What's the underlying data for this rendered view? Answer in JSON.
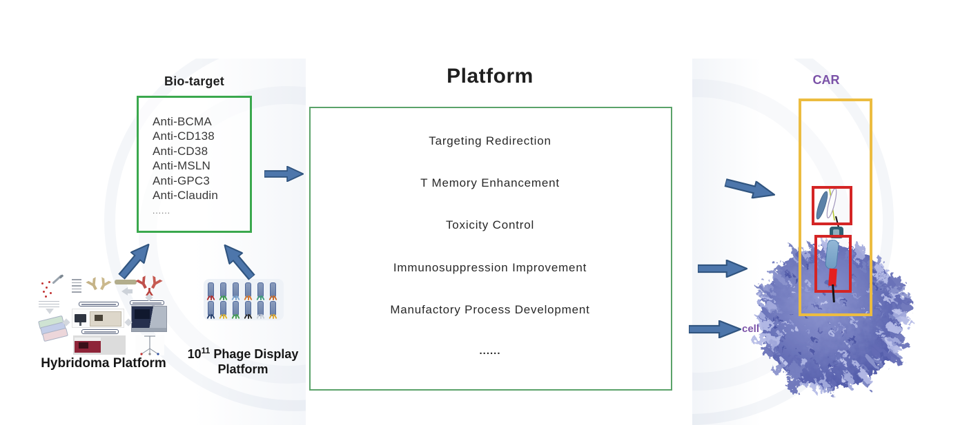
{
  "colors": {
    "c-green": "#3aa84d",
    "c-green2": "#5aa269",
    "c-yellow": "#ecbc40",
    "c-red": "#d42525",
    "c-arrow": "#4d76ab",
    "c-arrow-edge": "#30547f",
    "c-purple": "#7b52a8",
    "c-ink": "#1f1f1f"
  },
  "bio_target": {
    "heading": "Bio-target",
    "items": [
      "Anti-BCMA",
      "Anti-CD138",
      "Anti-CD38",
      "Anti-MSLN",
      "Anti-GPC3",
      "Anti-Claudin",
      "......"
    ]
  },
  "platform": {
    "title": "Platform",
    "items": [
      "Targeting Redirection",
      "T Memory Enhancement",
      "Toxicity Control",
      "Immunosuppression Improvement",
      "Manufactory Process Development",
      "......"
    ]
  },
  "hybridoma": {
    "caption": "Hybridoma Platform"
  },
  "phage": {
    "count_base": "10",
    "count_exp": "11",
    "caption_rest": " Phage Display",
    "caption_line2": "Platform",
    "leg_colors_row1": [
      "#b03030",
      "#3f9d4e",
      "#7fa8d0",
      "#d97a2e",
      "#3f9d7a",
      "#c86a28"
    ],
    "leg_colors_row2": [
      "#27406e",
      "#e0b62e",
      "#46a050",
      "#2a2a2a",
      "#c9cfd8",
      "#e0a92e"
    ]
  },
  "car": {
    "label": "CAR",
    "cell_label": "cell"
  }
}
